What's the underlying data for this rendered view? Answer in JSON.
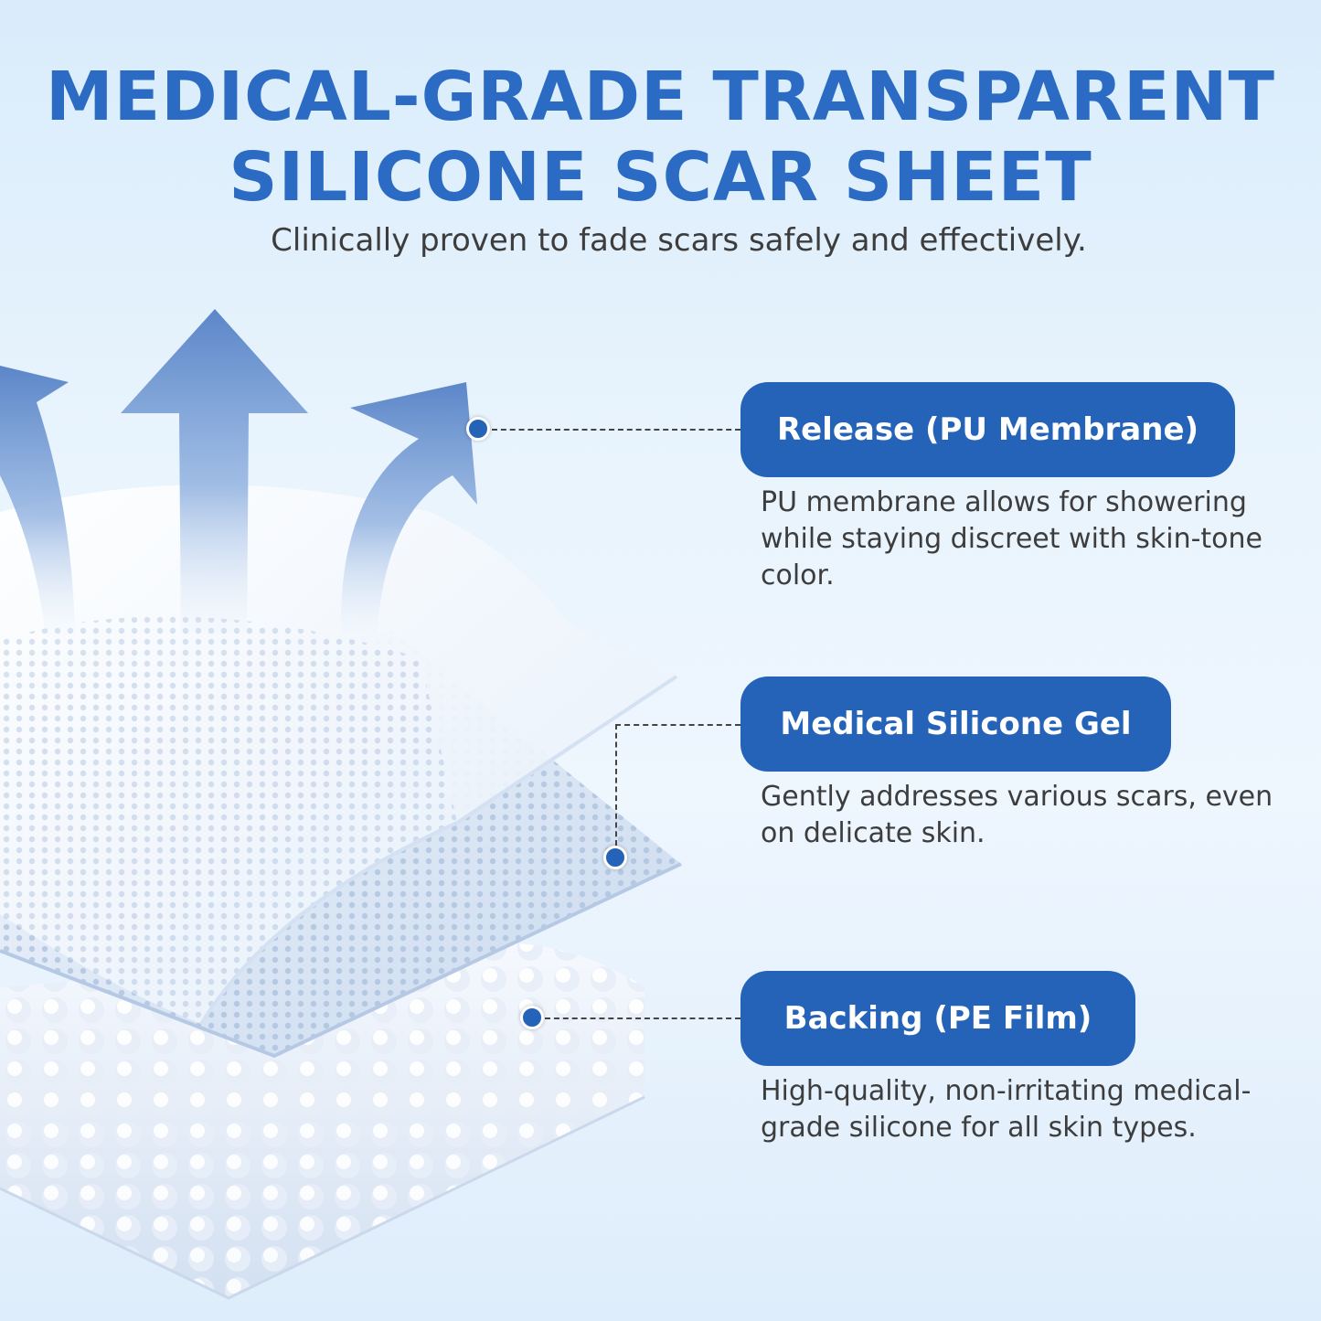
{
  "header": {
    "title_line1": "MEDICAL-GRADE TRANSPARENT",
    "title_line2": "SILICONE SCAR SHEET",
    "subtitle": "Clinically proven to fade scars safely and effectively."
  },
  "layers": [
    {
      "label": "Release (PU Membrane)",
      "description": "PU membrane allows for showering while staying discreet with skin-tone color."
    },
    {
      "label": "Medical Silicone Gel",
      "description": "Gently addresses various scars, even on delicate skin."
    },
    {
      "label": "Backing (PE Film)",
      "description": "High-quality, non-irritating medical-grade silicone for all skin types."
    }
  ],
  "colors": {
    "accent": "#2563b8",
    "title": "#2b6bc4",
    "body_text": "#3d3d3d",
    "background": "#e9f4fd"
  }
}
